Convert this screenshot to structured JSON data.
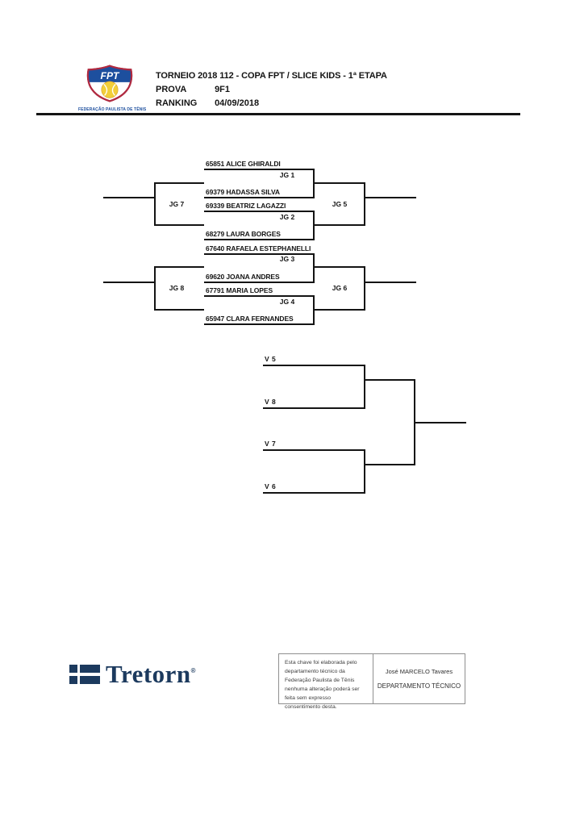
{
  "header": {
    "logo": {
      "acronym": "FPT",
      "org_name": "FEDERAÇÃO PAULISTA DE TÊNIS"
    },
    "title": {
      "tournament": "TORNEIO 2018 112",
      "rest": "- COPA FPT / SLICE KIDS - 1ª ETAPA"
    },
    "fields": [
      {
        "label": "PROVA",
        "value": "9F1"
      },
      {
        "label": "RANKING",
        "value": "04/09/2018"
      }
    ]
  },
  "bracket": {
    "players": [
      {
        "entry": "65851 ALICE GHIRALDI"
      },
      {
        "entry": "69379 HADASSA SILVA"
      },
      {
        "entry": "69339 BEATRIZ LAGAZZI"
      },
      {
        "entry": "68279 LAURA BORGES"
      },
      {
        "entry": "67640 RAFAELA ESTEPHANELLI"
      },
      {
        "entry": "69620 JOANA ANDRES"
      },
      {
        "entry": "67791 MARIA LOPES"
      },
      {
        "entry": "65947 CLARA FERNANDES"
      }
    ],
    "match_labels": {
      "jg1": "JG 1",
      "jg2": "JG 2",
      "jg3": "JG 3",
      "jg4": "JG 4",
      "jg5": "JG 5",
      "jg6": "JG 6",
      "jg7": "JG 7",
      "jg8": "JG 8"
    }
  },
  "final_bracket": {
    "slots": [
      {
        "label": "V 5"
      },
      {
        "label": "V 8"
      },
      {
        "label": "V 7"
      },
      {
        "label": "V 6"
      }
    ]
  },
  "footer": {
    "sponsor": {
      "brand": "Tretorn",
      "registered": "®"
    },
    "notice": "Esta chave foi elaborada pelo departamento técnico da Federação Paulista de Tênis nenhuma alteração poderá ser feita sem expresso consentimento desta.",
    "signature": {
      "name": "José MARCELO Tavares",
      "department": "DEPARTAMENTO TÉCNICO"
    }
  },
  "colors": {
    "line_black": "#141414",
    "fpt_blue": "#1d4f9e",
    "fpt_red": "#b02a40",
    "ball_yellow": "#f2cf3a",
    "tretorn_navy": "#1c3a5e"
  }
}
